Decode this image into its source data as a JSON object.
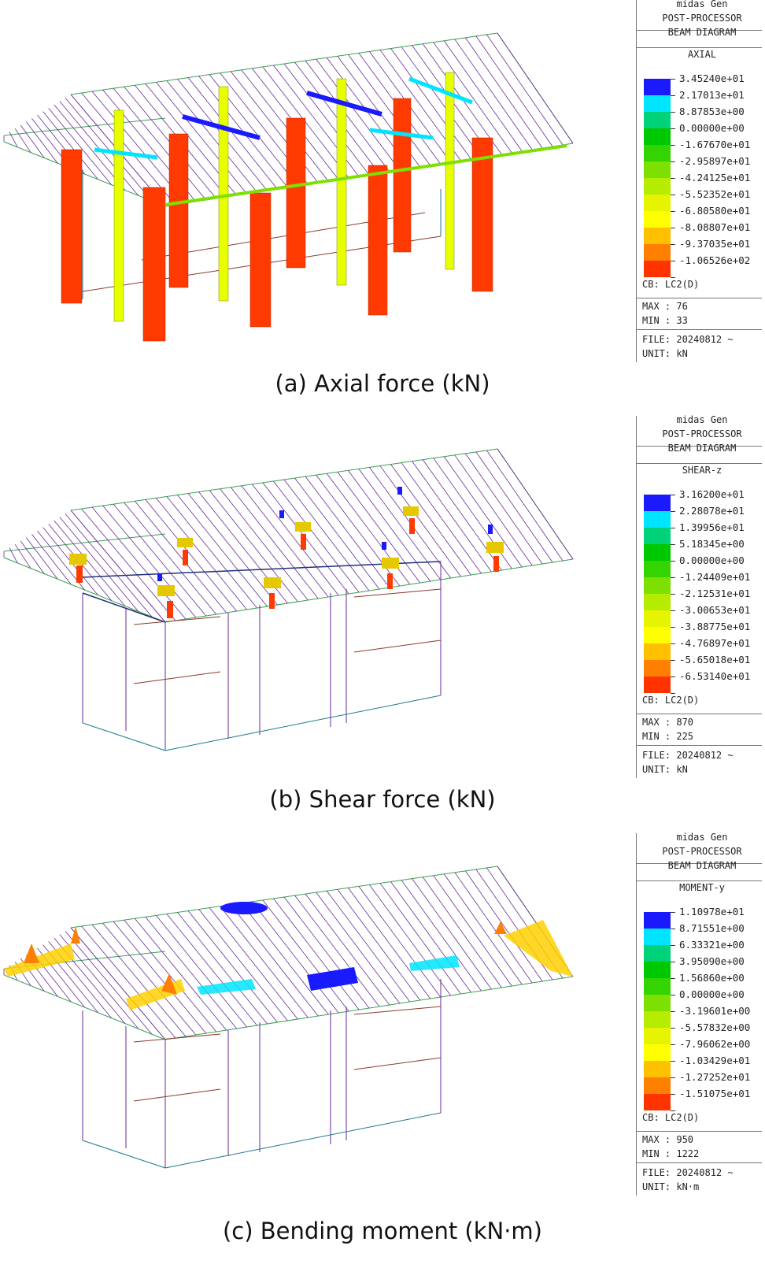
{
  "panels": [
    {
      "id": "a",
      "caption": "(a) Axial force (kN)",
      "legend": {
        "software": "midas Gen",
        "module": "POST-PROCESSOR",
        "diagram": "BEAM DIAGRAM",
        "component": "AXIAL",
        "values": [
          "3.45240e+01",
          "2.17013e+01",
          "8.87853e+00",
          "0.00000e+00",
          "-1.67670e+01",
          "-2.95897e+01",
          "-4.24125e+01",
          "-5.52352e+01",
          "-6.80580e+01",
          "-8.08807e+01",
          "-9.37035e+01",
          "-1.06526e+02"
        ],
        "cb": "CB: LC2(D)",
        "max": "MAX : 76",
        "min": "MIN : 33",
        "file": "FILE: 20240812 ~",
        "unit": "UNIT: kN"
      }
    },
    {
      "id": "b",
      "caption": "(b) Shear force (kN)",
      "legend": {
        "software": "midas Gen",
        "module": "POST-PROCESSOR",
        "diagram": "BEAM DIAGRAM",
        "component": "SHEAR-z",
        "values": [
          "3.16200e+01",
          "2.28078e+01",
          "1.39956e+01",
          "5.18345e+00",
          "0.00000e+00",
          "-1.24409e+01",
          "-2.12531e+01",
          "-3.00653e+01",
          "-3.88775e+01",
          "-4.76897e+01",
          "-5.65018e+01",
          "-6.53140e+01"
        ],
        "cb": "CB: LC2(D)",
        "max": "MAX : 870",
        "min": "MIN : 225",
        "file": "FILE: 20240812 ~",
        "unit": "UNIT: kN"
      }
    },
    {
      "id": "c",
      "caption": "(c) Bending moment (kN·m)",
      "legend": {
        "software": "midas Gen",
        "module": "POST-PROCESSOR",
        "diagram": "BEAM DIAGRAM",
        "component": "MOMENT-y",
        "values": [
          "1.10978e+01",
          "8.71551e+00",
          "6.33321e+00",
          "3.95090e+00",
          "1.56860e+00",
          "0.00000e+00",
          "-3.19601e+00",
          "-5.57832e+00",
          "-7.96062e+00",
          "-1.03429e+01",
          "-1.27252e+01",
          "-1.51075e+01"
        ],
        "cb": "CB: LC2(D)",
        "max": "MAX : 950",
        "min": "MIN : 1222",
        "file": "FILE: 20240812 ~",
        "unit": "UNIT: kN·m"
      }
    }
  ],
  "colors": {
    "scale": [
      "#1a1aff",
      "#00e5ff",
      "#00d27a",
      "#00c800",
      "#33d400",
      "#7ee000",
      "#b6ec00",
      "#e6f400",
      "#ffff00",
      "#ffc000",
      "#ff8000",
      "#ff3300"
    ],
    "column_red": "#ff3a00",
    "column_yellow": "#e8ff00",
    "frame_purple": "#6a2a9a",
    "frame_brown": "#8a3a2a",
    "frame_teal": "#1a7a8a",
    "roof_green": "#3aa050",
    "roof_navy": "#20307a"
  }
}
